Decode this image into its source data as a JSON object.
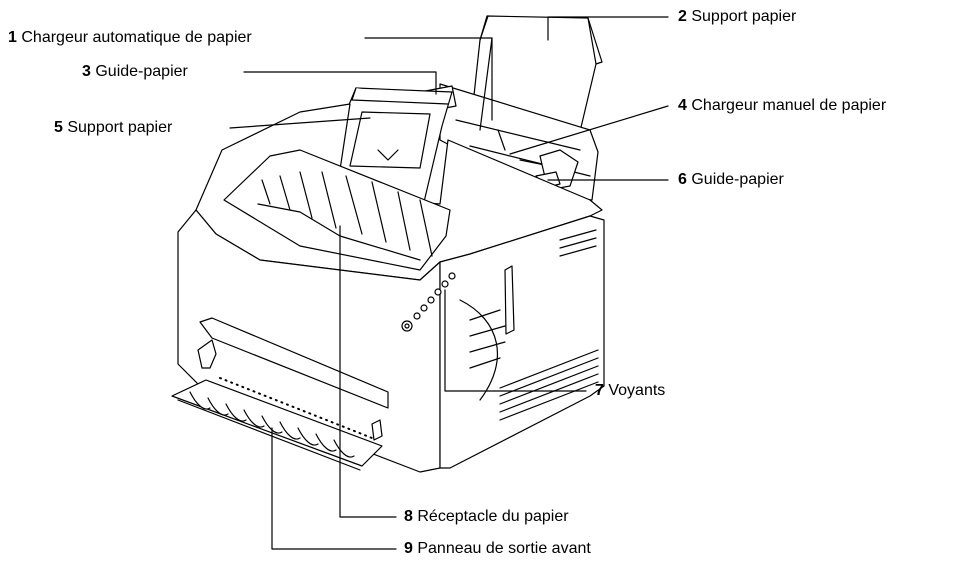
{
  "callouts": [
    {
      "num": "1",
      "text": "Chargeur automatique de papier"
    },
    {
      "num": "2",
      "text": "Support papier"
    },
    {
      "num": "3",
      "text": "Guide-papier"
    },
    {
      "num": "4",
      "text": "Chargeur manuel de papier"
    },
    {
      "num": "5",
      "text": "Support papier"
    },
    {
      "num": "6",
      "text": "Guide-papier"
    },
    {
      "num": "7",
      "text": "Voyants"
    },
    {
      "num": "8",
      "text": "Réceptacle du papier"
    },
    {
      "num": "9",
      "text": "Panneau de sortie avant"
    }
  ]
}
